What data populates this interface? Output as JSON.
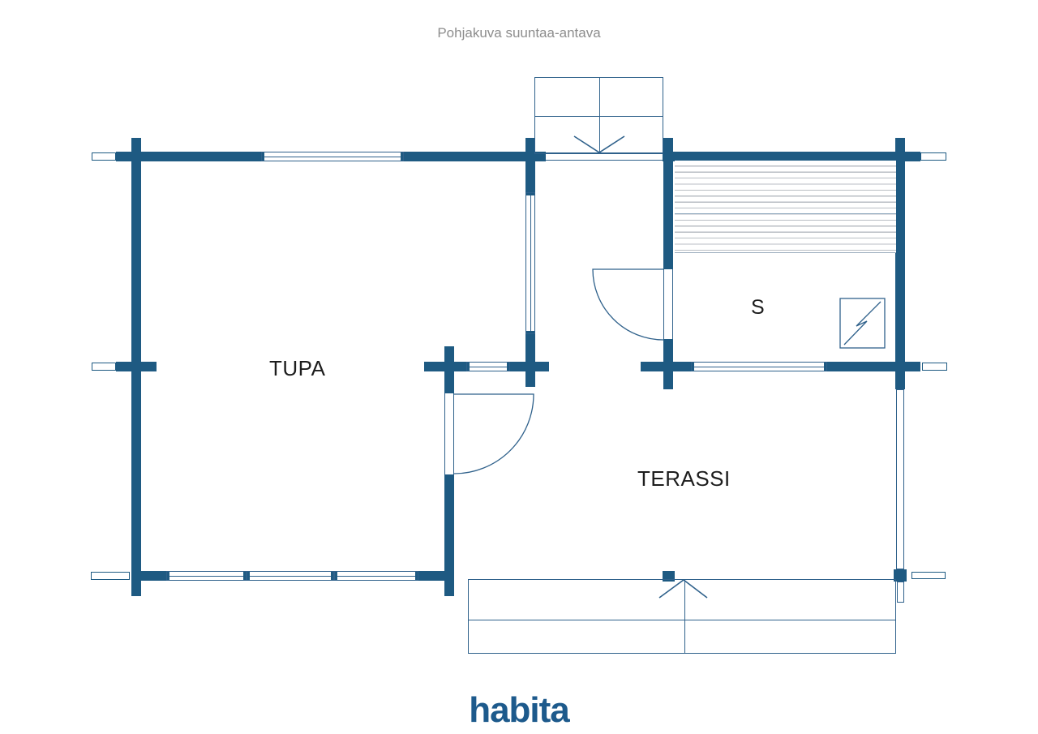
{
  "title": "Pohjakuva suuntaa-antava",
  "rooms": [
    {
      "name": "TUPA"
    },
    {
      "name": "S"
    },
    {
      "name": "TERASSI"
    }
  ],
  "logo": "habita",
  "symbols": {
    "entrance_arrow": "arrow-into-entrance-door",
    "terrace_arrow": "arrow-onto-terrace-steps",
    "stove": "electric-sauna-stove-lightning",
    "benches": "sauna-bench-hatching",
    "doors": "quarter-circle-door-swings"
  },
  "colors": {
    "wall": "#1e5a82",
    "line": "#2f618b",
    "hatch": "#b9bec4",
    "title": "#8d8d8d",
    "text": "#1d1d1d",
    "logo": "#1d5a8c"
  }
}
